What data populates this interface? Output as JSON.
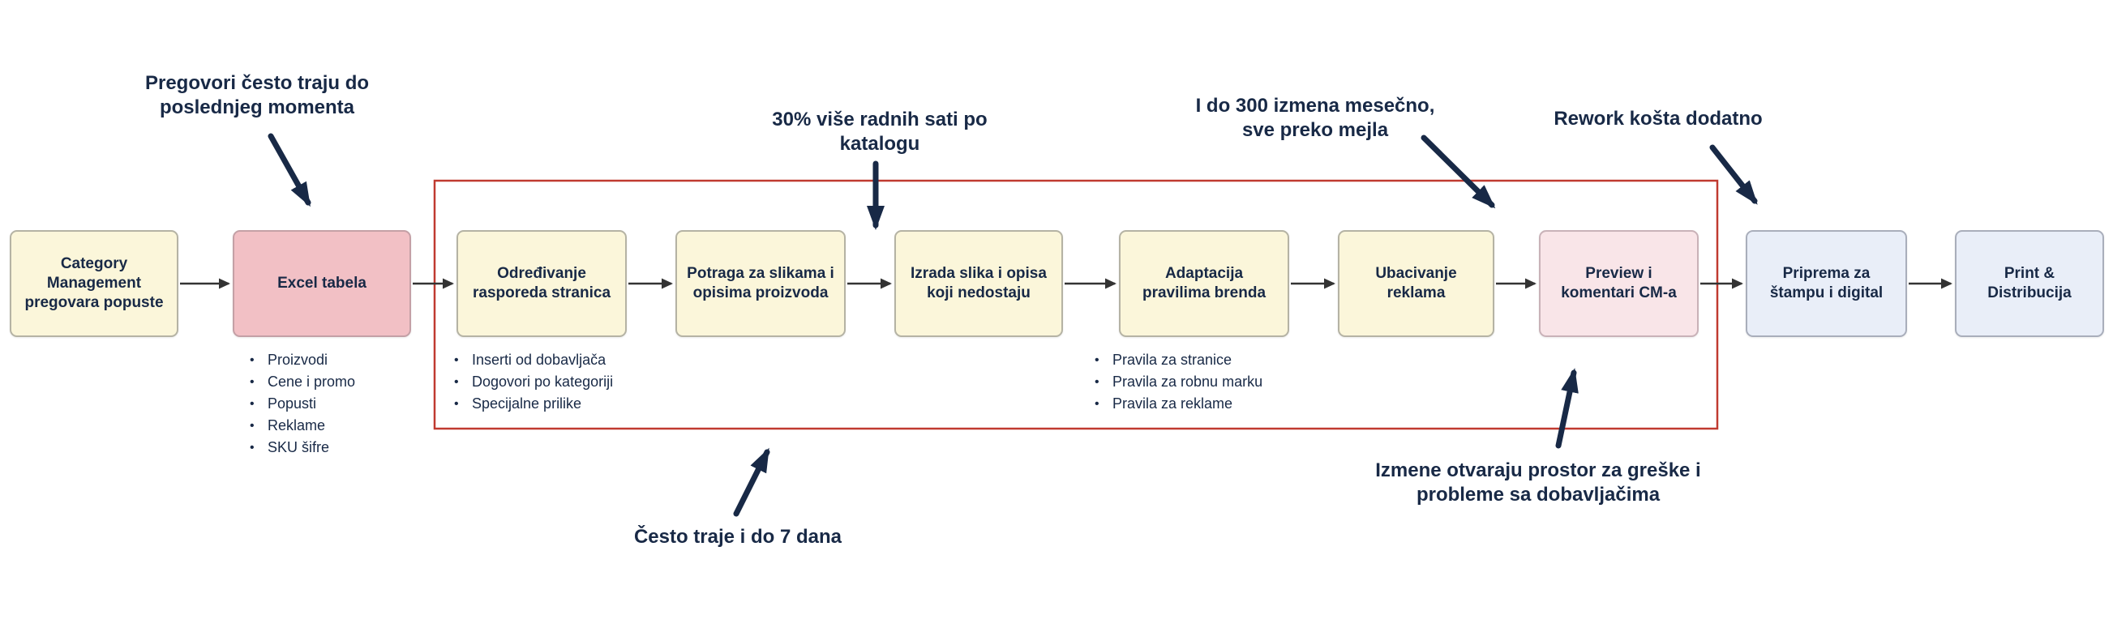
{
  "colors": {
    "navy": "#182946",
    "red_frame": "#C03A30",
    "connector": "#333333",
    "node_yellow": "#FBF6DA",
    "node_yellow_border": "#B5B3A4",
    "node_pink": "#F2C0C5",
    "node_pink_border": "#C4A0A6",
    "node_lightpink": "#F9E5E8",
    "node_lightpink_border": "#C9B2B8",
    "node_blue": "#E9EEF8",
    "node_blue_border": "#A9AEBB"
  },
  "flow": {
    "nodes": [
      {
        "title": "Category Management pregovara popuste",
        "lines": [
          "Category",
          "Management",
          "pregovara popuste"
        ],
        "color": "yellow"
      },
      {
        "title": "Excel tabela",
        "lines": [
          "Excel tabela"
        ],
        "color": "pink",
        "bullets": [
          "Proizvodi",
          "Cene i promo",
          "Popusti",
          "Reklame",
          "SKU šifre"
        ]
      },
      {
        "title": "Određivanje rasporeda stranica",
        "lines": [
          "Određivanje",
          "rasporeda stranica"
        ],
        "color": "yellow",
        "bullets": [
          "Inserti od dobavljača",
          "Dogovori po kategoriji",
          "Specijalne prilike"
        ]
      },
      {
        "title": "Potraga za slikama i opisima proizvoda",
        "lines": [
          "Potraga za slikama i",
          "opisima proizvoda"
        ],
        "color": "yellow"
      },
      {
        "title": "Izrada slika i opisa koji nedostaju",
        "lines": [
          "Izrada slika i opisa",
          "koji nedostaju"
        ],
        "color": "yellow"
      },
      {
        "title": "Adaptacija pravilima brenda",
        "lines": [
          "Adaptacija",
          "pravilima brenda"
        ],
        "color": "yellow",
        "bullets": [
          "Pravila za stranice",
          "Pravila za robnu marku",
          "Pravila za reklame"
        ]
      },
      {
        "title": "Ubacivanje reklama",
        "lines": [
          "Ubacivanje",
          "reklama"
        ],
        "color": "yellow"
      },
      {
        "title": "Preview i komentari CM-a",
        "lines": [
          "Preview i",
          "komentari CM-a"
        ],
        "color": "lightpink"
      },
      {
        "title": "Priprema za štampu i digital",
        "lines": [
          "Priprema za",
          "štampu i digital"
        ],
        "color": "blue"
      },
      {
        "title": "Print & Distribucija",
        "lines": [
          "Print &",
          "Distribucija"
        ],
        "color": "blue"
      }
    ]
  },
  "annotations": [
    {
      "text": "Pregovori često traju do poslednjeg momenta",
      "lines": [
        "Pregovori često traju do",
        "poslednjeg momenta"
      ]
    },
    {
      "text": "30% više radnih sati po katalogu",
      "lines": [
        "30% više radnih sati po",
        "katalogu"
      ]
    },
    {
      "text": "I do 300 izmena mesečno, sve preko mejla",
      "lines": [
        "I do 300 izmena mesečno,",
        "sve preko mejla"
      ]
    },
    {
      "text": "Rework košta dodatno",
      "lines": [
        "Rework košta dodatno"
      ]
    },
    {
      "text": "Često traje i do 7 dana",
      "lines": [
        "Često traje i do 7 dana"
      ]
    },
    {
      "text": "Izmene otvaraju prostor za greške i probleme sa dobavljačima",
      "lines": [
        "Izmene otvaraju prostor za greške i",
        "probleme sa dobavljačima"
      ]
    }
  ]
}
